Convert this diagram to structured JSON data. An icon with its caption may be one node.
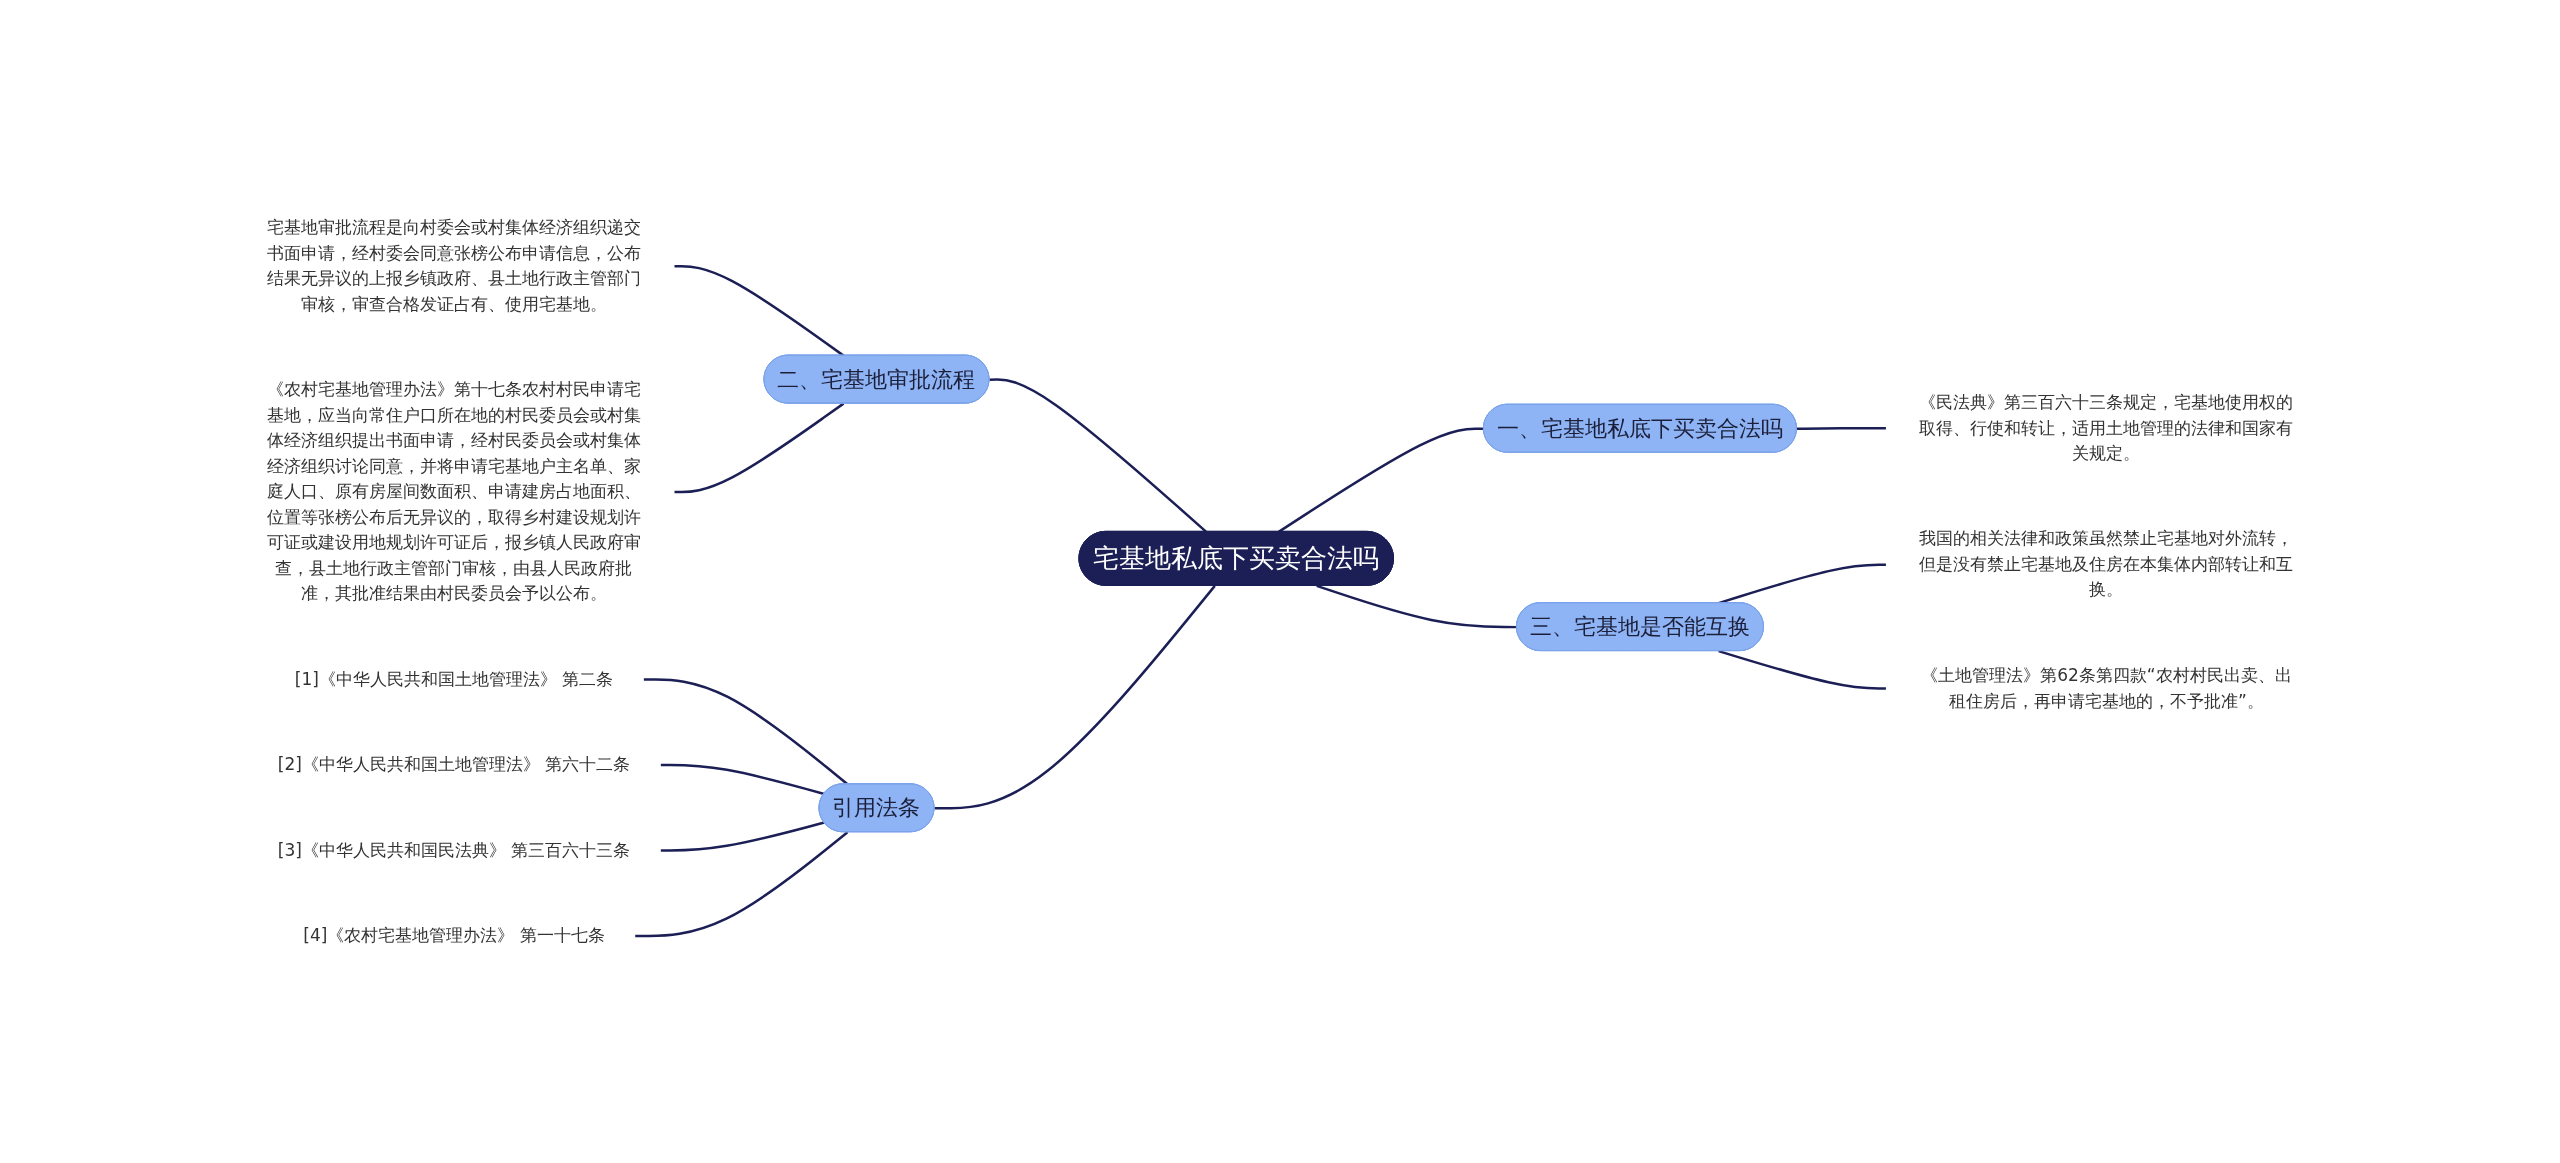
{
  "diagram": {
    "nodes": [
      {
        "text": [
          "宅基地私底下买卖合法吗"
        ]
      },
      {
        "text": [
          "一、宅基地私底下买卖合法吗"
        ]
      },
      {
        "text": [
          "《民法典》第三百六十三条规定，宅基地使用权的取得、行使和转让，适用土地管理的法律和国家有关规定。"
        ]
      },
      {
        "text": [
          "三、宅基地是否能互换"
        ]
      },
      {
        "text": [
          "我国的相关法律和政策虽然禁止宅基地对外流转，但是没有禁止宅基地及住房在本集体内部转让和互换。"
        ]
      },
      {
        "text": [
          "《土地管理法》第62条第四款“农村村民出卖、出租住房后，再申请宅基地的，不予批准”。"
        ]
      },
      {
        "text": [
          "二、宅基地审批流程"
        ]
      },
      {
        "text": [
          "宅基地审批流程是向村委会或村集体经济组织递交书面申请，经村委会同意张榜公布申请信息，公布结果无异议的上报乡镇政府、县土地行政主管部门审核，审查合格发证占有、使用宅基地。"
        ]
      },
      {
        "text": [
          "《农村宅基地管理办法》第十七条农村村民申请宅基地，应当向常住户口所在地的村民委员会或村集体经济组织提出书面申请，经村民委员会或村集体经济组织讨论同意，并将申请宅基地户主名单、家庭人口、原有房屋间数面积、申请建房占地面积、位置等张榜公布后无异议的，取得乡村建设规划许可证或建设用地规划许可证后，报乡镇人民政府审查，县土地行政主管部门审核，由县人民政府批准，其批准结果由村民委员会予以公布。"
        ]
      },
      {
        "text": [
          "引用法条"
        ]
      },
      {
        "text": [
          "[1]《中华人民共和国土地管理法》 第二条"
        ]
      },
      {
        "text": [
          "[2]《中华人民共和国土地管理法》 第六十二条"
        ]
      },
      {
        "text": [
          "[3]《中华人民共和国民法典》 第三百六十三条"
        ]
      },
      {
        "text": [
          "[4]《农村宅基地管理办法》 第一十七条"
        ]
      }
    ],
    "edges": [
      {
        "from": 0,
        "to": 1,
        "arrow": "none"
      },
      {
        "from": 1,
        "to": 2,
        "arrow": "none"
      },
      {
        "from": 0,
        "to": 3,
        "arrow": "none"
      },
      {
        "from": 3,
        "to": 4,
        "arrow": "none"
      },
      {
        "from": 3,
        "to": 5,
        "arrow": "none"
      },
      {
        "from": 6,
        "to": 0,
        "arrow": "none"
      },
      {
        "from": 7,
        "to": 6,
        "arrow": "none"
      },
      {
        "from": 8,
        "to": 6,
        "arrow": "none"
      },
      {
        "from": 9,
        "to": 0,
        "arrow": "none"
      },
      {
        "from": 10,
        "to": 9,
        "arrow": "none"
      },
      {
        "from": 11,
        "to": 9,
        "arrow": "none"
      },
      {
        "from": 12,
        "to": 9,
        "arrow": "none"
      },
      {
        "from": 13,
        "to": 9,
        "arrow": "none"
      }
    ]
  }
}
